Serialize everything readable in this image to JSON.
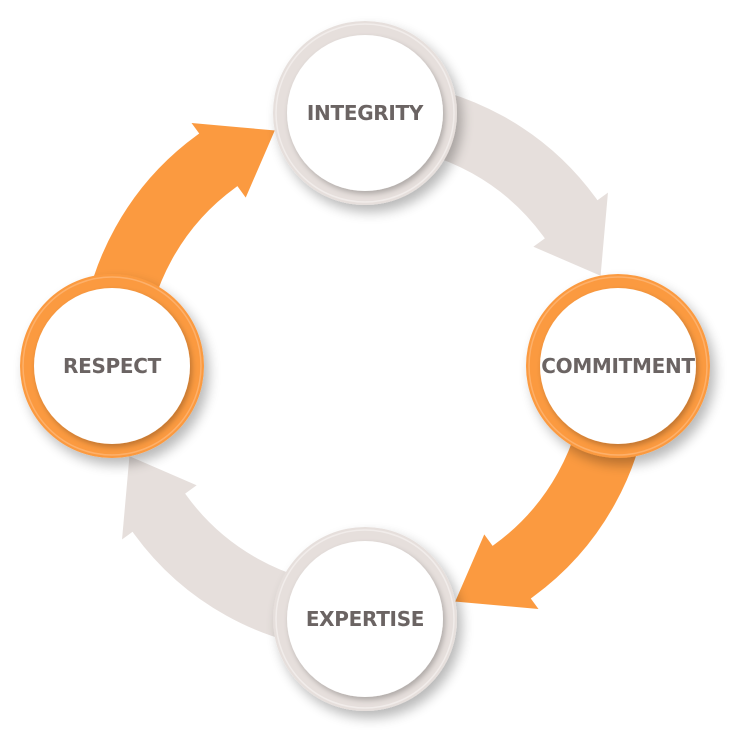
{
  "diagram": {
    "type": "cycle",
    "direction": "clockwise",
    "nodes": [
      {
        "id": "integrity",
        "label": "INTEGRITY",
        "position": "top",
        "style": "gray"
      },
      {
        "id": "commitment",
        "label": "COMMITMENT",
        "position": "right",
        "style": "orange"
      },
      {
        "id": "expertise",
        "label": "EXPERTISE",
        "position": "bottom",
        "style": "gray"
      },
      {
        "id": "respect",
        "label": "RESPECT",
        "position": "left",
        "style": "orange"
      }
    ],
    "arrows": [
      {
        "from": "integrity",
        "to": "commitment",
        "style": "gray"
      },
      {
        "from": "commitment",
        "to": "expertise",
        "style": "orange"
      },
      {
        "from": "expertise",
        "to": "respect",
        "style": "gray"
      },
      {
        "from": "respect",
        "to": "integrity",
        "style": "orange"
      }
    ]
  },
  "colors": {
    "orange": "#fb9a40",
    "orange_dark": "#f08a2c",
    "gray": "#e6dfdc",
    "gray_dark": "#d9d1ce",
    "label": "#6b6463",
    "node_fill": "#ffffff"
  }
}
